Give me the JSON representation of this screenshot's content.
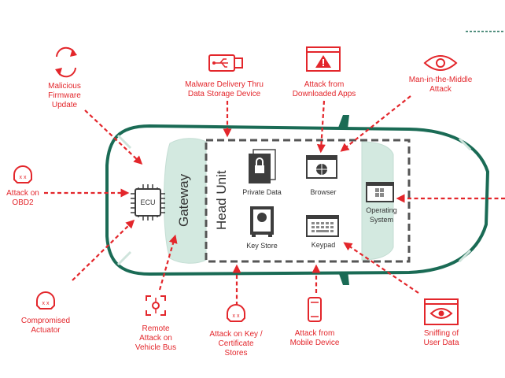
{
  "colors": {
    "threat": "#e3262b",
    "car_outline": "#1a6b55",
    "window_tint": "#d3e9e0",
    "dark": "#333333"
  },
  "threats": {
    "malicious_firmware": [
      "Malicious",
      "Firmware",
      "Update"
    ],
    "malware_storage": [
      "Malware Delivery Thru",
      "Data Storage Device"
    ],
    "downloaded_apps": [
      "Attack from",
      "Downloaded Apps"
    ],
    "mitm": [
      "Man-in-the-Middle",
      "Attack"
    ],
    "obd2": [
      "Attack on",
      "OBD2"
    ],
    "compromised_actuator": [
      "Compromised",
      "Actuator"
    ],
    "vehicle_bus": [
      "Remote",
      "Attack on",
      "Vehicle Bus"
    ],
    "key_certificate": [
      "Attack on Key /",
      "Certificate",
      "Stores"
    ],
    "mobile_device": [
      "Attack from",
      "Mobile Device"
    ],
    "sniffing": [
      "Sniffing of",
      "User Data"
    ]
  },
  "components": {
    "gateway": "Gateway",
    "head_unit": "Head Unit",
    "ecu": "ECU",
    "private_data": "Private Data",
    "browser": "Browser",
    "key_store": "Key Store",
    "keypad": "Keypad",
    "operating_system": [
      "Operating",
      "System"
    ]
  },
  "icons": [
    "sync-arrows-icon",
    "usb-drive-icon",
    "browser-warning-icon",
    "eye-icon",
    "skull-icon",
    "ecu-chip-icon",
    "bus-node-icon",
    "smartphone-icon",
    "browser-eye-icon",
    "lock-folder-icon",
    "globe-window-icon",
    "safe-icon",
    "keypad-icon",
    "windows-icon"
  ]
}
